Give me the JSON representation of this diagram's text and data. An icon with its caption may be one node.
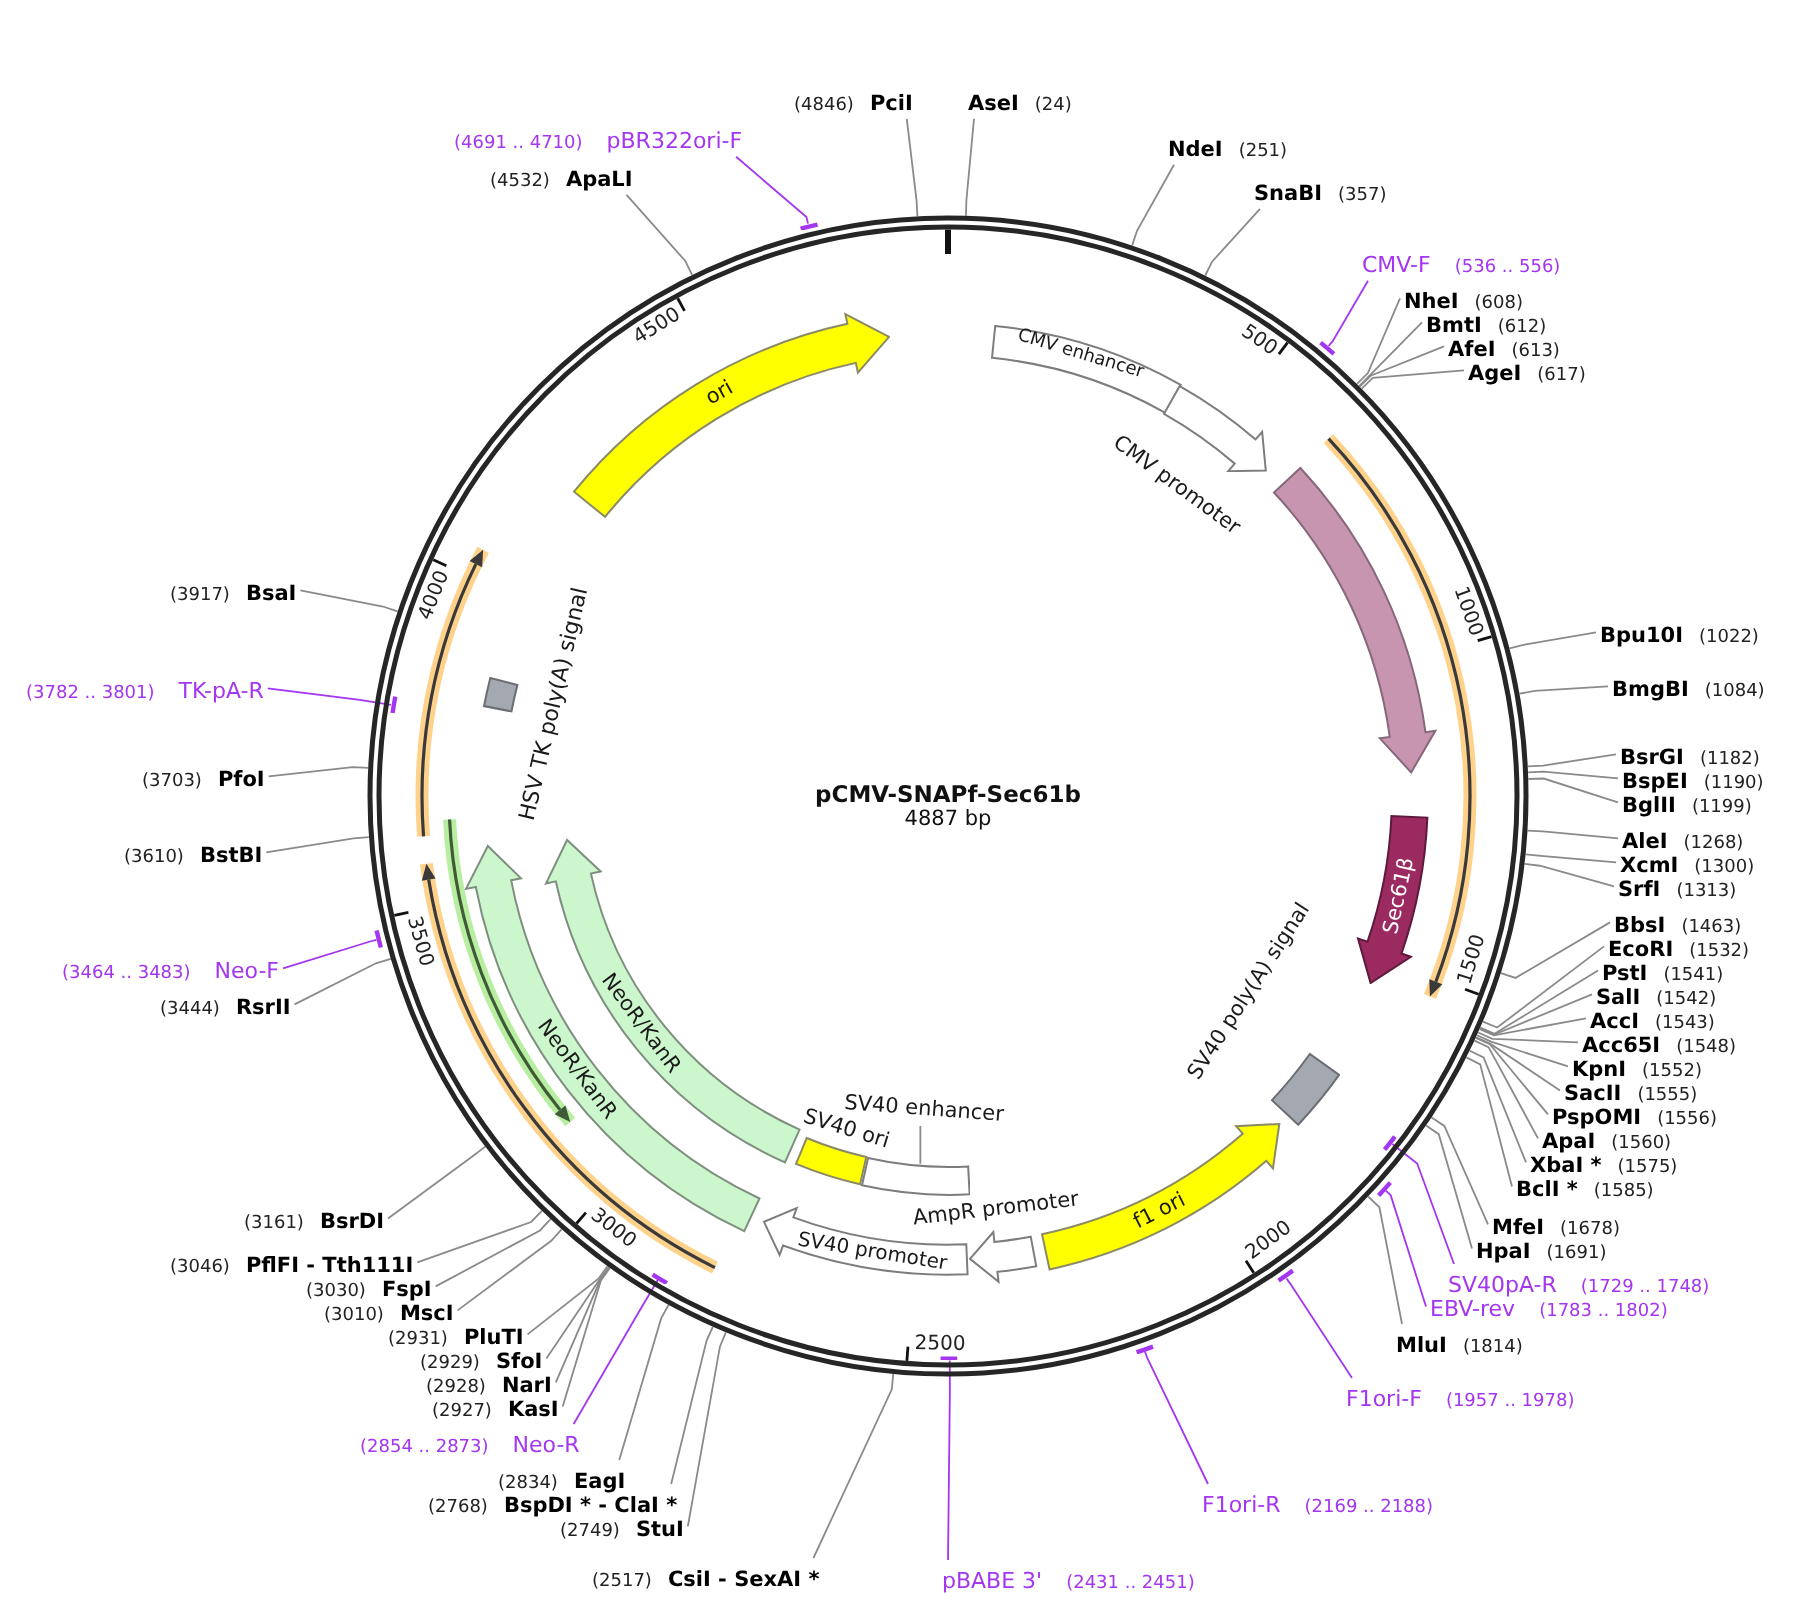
{
  "diagram": {
    "nodes": [
      {
        "text": [
          "pCMV-SNAPf-Sec61b",
          "4887 bp"
        ]
      },
      {
        "text": [
          "CMV enhancer"
        ],
        "in": 0
      },
      {
        "text": [
          "CMV promoter"
        ],
        "in": 0
      },
      {
        "text": [],
        "shape": "arrow",
        "in": 0
      },
      {
        "text": [
          "Sec61β"
        ],
        "in": 0
      },
      {
        "text": [
          "SV40 poly(A) signal"
        ],
        "in": 0
      },
      {
        "text": [
          "f1 ori"
        ],
        "in": 0
      },
      {
        "text": [
          "AmpR promoter"
        ],
        "in": 0
      },
      {
        "text": [
          "SV40 promoter"
        ],
        "in": 0
      },
      {
        "text": [
          "SV40 enhancer"
        ],
        "in": 0
      },
      {
        "text": [],
        "shape": "box",
        "in": 0
      },
      {
        "text": [
          "SV40 ori"
        ],
        "in": 0
      },
      {
        "text": [
          "NeoR/KanR"
        ],
        "in": 0
      },
      {
        "text": [
          "NeoR/KanR"
        ],
        "in": 0
      },
      {
        "text": [
          "HSV TK poly(A) signal"
        ],
        "in": 0
      },
      {
        "text": [
          "ori"
        ],
        "in": 0
      },
      {
        "text": [
          "AseI",
          "(24)"
        ]
      },
      {
        "text": [
          "NdeI",
          "(251)"
        ]
      },
      {
        "text": [
          "SnaBI",
          "(357)"
        ]
      },
      {
        "text": [
          "CMV-F",
          "(536 .. 556)"
        ]
      },
      {
        "text": [],
        "shape": "bar"
      },
      {
        "text": [
          "NheI",
          "(608)"
        ]
      },
      {
        "text": [
          "BmtI",
          "(612)"
        ]
      },
      {
        "text": [
          "AfeI",
          "(613)"
        ]
      },
      {
        "text": [
          "AgeI",
          "(617)"
        ]
      },
      {
        "text": [
          "Bpu10I",
          "(1022)"
        ]
      },
      {
        "text": [
          "BmgBI",
          "(1084)"
        ]
      },
      {
        "text": [
          "BsrGI",
          "(1182)"
        ]
      },
      {
        "text": [
          "BspEI",
          "(1190)"
        ]
      },
      {
        "text": [
          "BglII",
          "(1199)"
        ]
      },
      {
        "text": [
          "AleI",
          "(1268)"
        ]
      },
      {
        "text": [
          "XcmI",
          "(1300)"
        ]
      },
      {
        "text": [
          "SrfI",
          "(1313)"
        ]
      },
      {
        "text": [
          "BbsI",
          "(1463)"
        ]
      },
      {
        "text": [
          "EcoRI",
          "(1532)"
        ]
      },
      {
        "text": [
          "PstI",
          "(1541)"
        ]
      },
      {
        "text": [
          "SalI",
          "(1542)"
        ]
      },
      {
        "text": [
          "AccI",
          "(1543)"
        ]
      },
      {
        "text": [
          "Acc65I",
          "(1548)"
        ]
      },
      {
        "text": [
          "KpnI",
          "(1552)"
        ]
      },
      {
        "text": [
          "SacII",
          "(1555)"
        ]
      },
      {
        "text": [
          "PspOMI",
          "(1556)"
        ]
      },
      {
        "text": [
          "ApaI",
          "(1560)"
        ]
      },
      {
        "text": [
          "XbaI *",
          "(1575)"
        ]
      },
      {
        "text": [
          "BclI *",
          "(1585)"
        ]
      },
      {
        "text": [
          "MfeI",
          "(1678)"
        ]
      },
      {
        "text": [
          "HpaI",
          "(1691)"
        ]
      },
      {
        "text": [
          "SV40pA-R",
          "(1729 .. 1748)"
        ]
      },
      {
        "text": [],
        "shape": "bar",
        "in": 0
      },
      {
        "text": [
          "EBV-rev",
          "(1783 .. 1802)"
        ]
      },
      {
        "text": [],
        "shape": "bar"
      },
      {
        "text": [
          "MluI",
          "(1814)"
        ]
      },
      {
        "text": [
          "F1ori-F",
          "(1957 .. 1978)"
        ]
      },
      {
        "text": [],
        "shape": "bar"
      },
      {
        "text": [
          "F1ori-R",
          "(2169 .. 2188)"
        ]
      },
      {
        "text": [],
        "shape": "bar"
      },
      {
        "text": [
          "pBABE 3'",
          "(2431 .. 2451)"
        ]
      },
      {
        "text": [],
        "shape": "bar",
        "in": 0
      },
      {
        "text": [
          "(2517)",
          "CsiI - SexAI *"
        ]
      },
      {
        "text": [
          "(2749)",
          "StuI"
        ]
      },
      {
        "text": [
          "(2768)",
          "BspDI * - ClaI *"
        ]
      },
      {
        "text": [
          "(2834)",
          "EagI"
        ]
      },
      {
        "text": [
          "(2854 .. 2873)",
          "Neo-R"
        ]
      },
      {
        "text": [],
        "shape": "bar",
        "in": 0
      },
      {
        "text": [
          "(2927)",
          "KasI"
        ]
      },
      {
        "text": [
          "(2928)",
          "NarI"
        ]
      },
      {
        "text": [
          "(2929)",
          "SfoI"
        ]
      },
      {
        "text": [
          "(2931)",
          "PluTI"
        ]
      },
      {
        "text": [
          "(3010)",
          "MscI"
        ]
      },
      {
        "text": [
          "(3030)",
          "FspI"
        ]
      },
      {
        "text": [
          "(3046)",
          "PflFI - Tth111I"
        ]
      },
      {
        "text": [
          "(3161)",
          "BsrDI"
        ]
      },
      {
        "text": [
          "(3444)",
          "RsrII"
        ]
      },
      {
        "text": [
          "(3464 .. 3483)",
          "Neo-F"
        ]
      },
      {
        "text": [],
        "shape": "bar"
      },
      {
        "text": [
          "(3610)",
          "BstBI"
        ]
      },
      {
        "text": [
          "(3703)",
          "PfoI"
        ]
      },
      {
        "text": [
          "(3782 .. 3801)",
          "TK-pA-R"
        ]
      },
      {
        "text": [],
        "shape": "bar",
        "in": 0
      },
      {
        "text": [
          "(3917)",
          "BsaI"
        ]
      },
      {
        "text": [
          "(4532)",
          "ApaLI"
        ]
      },
      {
        "text": [
          "(4691 .. 4710)",
          "pBR322ori-F"
        ]
      },
      {
        "text": [],
        "shape": "bar"
      },
      {
        "text": [
          "(4846)",
          "PciI"
        ]
      }
    ],
    "edges": [
      {
        "from": 9,
        "to": 10,
        "arrow": "none"
      },
      {
        "from": 16,
        "to": 0,
        "arrow": "none"
      },
      {
        "from": 17,
        "to": 0,
        "arrow": "none"
      },
      {
        "from": 18,
        "to": 0,
        "arrow": "none"
      },
      {
        "from": 19,
        "to": 20,
        "arrow": "none",
        "color": "#a435f0"
      },
      {
        "from": 21,
        "to": 0,
        "arrow": "none"
      },
      {
        "from": 22,
        "to": 0,
        "arrow": "none"
      },
      {
        "from": 23,
        "to": 0,
        "arrow": "none"
      },
      {
        "from": 24,
        "to": 0,
        "arrow": "none"
      },
      {
        "from": 25,
        "to": 0,
        "arrow": "none"
      },
      {
        "from": 26,
        "to": 0,
        "arrow": "none"
      },
      {
        "from": 27,
        "to": 0,
        "arrow": "none"
      },
      {
        "from": 28,
        "to": 0,
        "arrow": "none"
      },
      {
        "from": 29,
        "to": 0,
        "arrow": "none"
      },
      {
        "from": 30,
        "to": 0,
        "arrow": "none"
      },
      {
        "from": 31,
        "to": 0,
        "arrow": "none"
      },
      {
        "from": 32,
        "to": 0,
        "arrow": "none"
      },
      {
        "from": 33,
        "to": 0,
        "arrow": "none"
      },
      {
        "from": 34,
        "to": 0,
        "arrow": "none"
      },
      {
        "from": 35,
        "to": 0,
        "arrow": "none"
      },
      {
        "from": 36,
        "to": 0,
        "arrow": "none"
      },
      {
        "from": 37,
        "to": 0,
        "arrow": "none"
      },
      {
        "from": 38,
        "to": 0,
        "arrow": "none"
      },
      {
        "from": 39,
        "to": 0,
        "arrow": "none"
      },
      {
        "from": 40,
        "to": 0,
        "arrow": "none"
      },
      {
        "from": 41,
        "to": 0,
        "arrow": "none"
      },
      {
        "from": 42,
        "to": 0,
        "arrow": "none"
      },
      {
        "from": 43,
        "to": 0,
        "arrow": "none"
      },
      {
        "from": 44,
        "to": 0,
        "arrow": "none"
      },
      {
        "from": 45,
        "to": 0,
        "arrow": "none"
      },
      {
        "from": 46,
        "to": 0,
        "arrow": "none"
      },
      {
        "from": 47,
        "to": 48,
        "arrow": "none",
        "color": "#a435f0"
      },
      {
        "from": 49,
        "to": 50,
        "arrow": "none",
        "color": "#a435f0"
      },
      {
        "from": 51,
        "to": 0,
        "arrow": "none"
      },
      {
        "from": 52,
        "to": 53,
        "arrow": "none",
        "color": "#a435f0"
      },
      {
        "from": 54,
        "to": 55,
        "arrow": "none",
        "color": "#a435f0"
      },
      {
        "from": 56,
        "to": 57,
        "arrow": "none",
        "color": "#a435f0"
      },
      {
        "from": 58,
        "to": 0,
        "arrow": "none"
      },
      {
        "from": 59,
        "to": 0,
        "arrow": "none"
      },
      {
        "from": 60,
        "to": 0,
        "arrow": "none"
      },
      {
        "from": 61,
        "to": 0,
        "arrow": "none"
      },
      {
        "from": 62,
        "to": 63,
        "arrow": "none",
        "color": "#a435f0"
      },
      {
        "from": 64,
        "to": 0,
        "arrow": "none"
      },
      {
        "from": 65,
        "to": 0,
        "arrow": "none"
      },
      {
        "from": 66,
        "to": 0,
        "arrow": "none"
      },
      {
        "from": 67,
        "to": 0,
        "arrow": "none"
      },
      {
        "from": 68,
        "to": 0,
        "arrow": "none"
      },
      {
        "from": 69,
        "to": 0,
        "arrow": "none"
      },
      {
        "from": 70,
        "to": 0,
        "arrow": "none"
      },
      {
        "from": 71,
        "to": 0,
        "arrow": "none"
      },
      {
        "from": 72,
        "to": 0,
        "arrow": "none"
      },
      {
        "from": 73,
        "to": 74,
        "arrow": "none",
        "color": "#a435f0"
      },
      {
        "from": 75,
        "to": 0,
        "arrow": "none"
      },
      {
        "from": 76,
        "to": 0,
        "arrow": "none"
      },
      {
        "from": 77,
        "to": 78,
        "arrow": "none",
        "color": "#a435f0"
      },
      {
        "from": 79,
        "to": 0,
        "arrow": "none"
      },
      {
        "from": 80,
        "to": 0,
        "arrow": "none"
      },
      {
        "from": 81,
        "to": 82,
        "arrow": "none",
        "color": "#a435f0"
      },
      {
        "from": 83,
        "to": 0,
        "arrow": "none"
      }
    ],
    "labels": [
      "500",
      "1000",
      "1500",
      "2000",
      "2500",
      "3000",
      "3500",
      "4000",
      "4500"
    ]
  }
}
